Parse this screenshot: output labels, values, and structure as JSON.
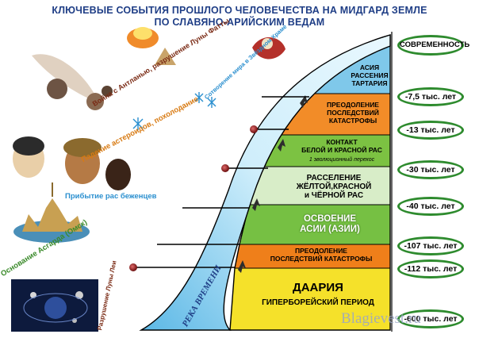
{
  "title": {
    "line1": "КЛЮЧЕВЫЕ СОБЫТИЯ ПРОШЛОГО ЧЕЛОВЕЧЕСТВА НА МИДГАРД ЗЕМЛЕ",
    "line2": "ПО СЛАВЯНО-АРИЙСКИМ ВЕДАМ"
  },
  "epochs": [
    {
      "text": "АСИЯ\nРАССЕНИЯ\nТАРТАРИЯ",
      "color": "#7fc8ea"
    },
    {
      "text": "ПРЕОДОЛЕНИЕ\nПОСЛЕДСТВИЙ\nКАТАСТРОФЫ",
      "color": "#f28c28"
    },
    {
      "text": "КОНТАКТ\nБЕЛОЙ И КРАСНОЙ РАС",
      "sub": "1 эволюционный перехос",
      "color": "#7cc242"
    },
    {
      "text": "РАССЕЛЕНИЕ\nЖЁЛТОЙ,КРАСНОЙ\nи ЧЁРНОЙ РАС",
      "color": "#b9dba0"
    },
    {
      "text": "ОСВОЕНИЕ\nАСИИ (АЗИИ)",
      "color": "#76c043"
    },
    {
      "text": "ПРЕОДОЛЕНИЕ\nПОСЛЕДСТВИЙ КАТАСТРОФЫ",
      "color": "#ef7f1a"
    },
    {
      "text": "ДААРИЯ",
      "sub": "ГИПЕРБОРЕЙСКИЙ ПЕРИОД",
      "color": "#f5e12a"
    }
  ],
  "dates": [
    "СОВРЕМЕННОСТЬ",
    "-7,5 тыс. лет",
    "-13 тыс. лет",
    "-30 тыс. лет",
    "-40 тыс. лет",
    "-107 тыс. лет",
    "-112 тыс. лет",
    "-600 тыс. лет"
  ],
  "events": [
    "Сотворение мира в Звёздном Храме",
    "Война с Антланью, разрушение Луны Фатты",
    "Падение астероидов, похолодание",
    "Прибытие рас беженцев",
    "Основание Асгарда (Омск)",
    "Разрушение Луны Леи"
  ],
  "river_label": "РЕКА ВРЕМЕНИ",
  "watermark": "Blagievest.ru",
  "colors": {
    "title": "#1f3e86",
    "ellipse_border": "#2e8b2e",
    "event_text": "#2a8fcf",
    "event_text_alt": "#3a8a2a"
  }
}
